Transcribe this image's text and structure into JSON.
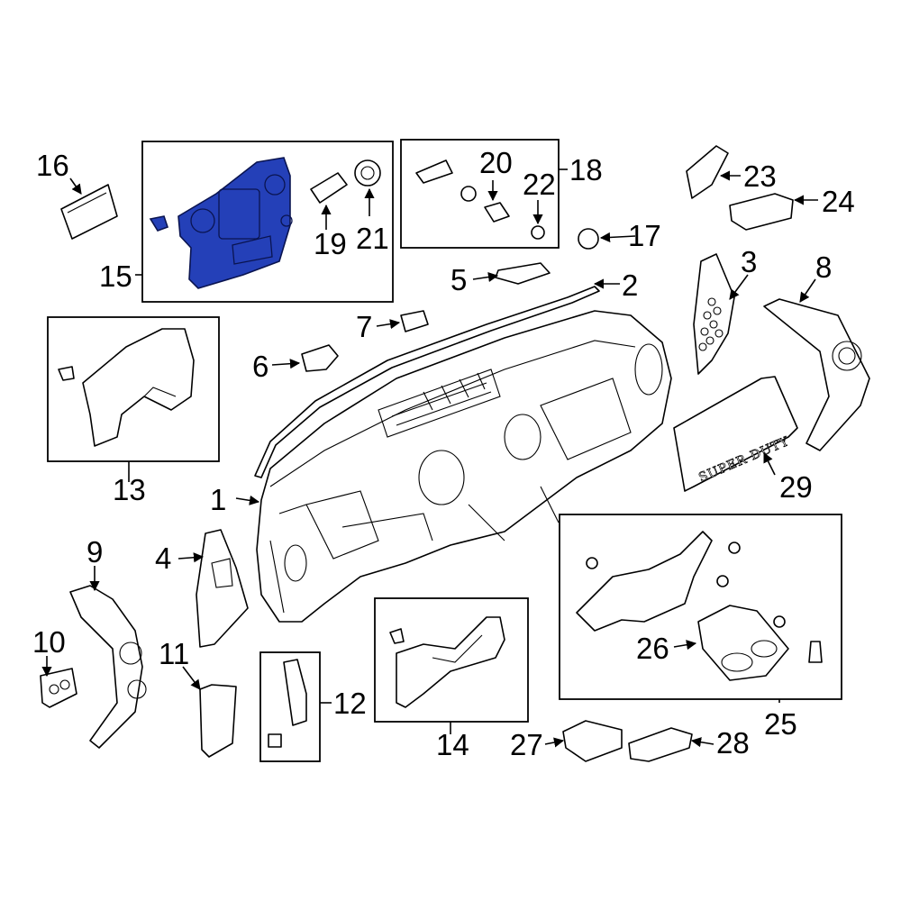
{
  "callouts": {
    "c1": "1",
    "c2": "2",
    "c3": "3",
    "c4": "4",
    "c5": "5",
    "c6": "6",
    "c7": "7",
    "c8": "8",
    "c9": "9",
    "c10": "10",
    "c11": "11",
    "c12": "12",
    "c13": "13",
    "c14": "14",
    "c15": "15",
    "c16": "16",
    "c17": "17",
    "c18": "18",
    "c19": "19",
    "c20": "20",
    "c21": "21",
    "c22": "22",
    "c23": "23",
    "c24": "24",
    "c25": "25",
    "c26": "26",
    "c27": "27",
    "c28": "28",
    "c29": "29"
  },
  "embossed_text": "SUPER DUTY",
  "highlight_color": "#2440b8",
  "line_color": "#000000",
  "background_color": "#ffffff"
}
